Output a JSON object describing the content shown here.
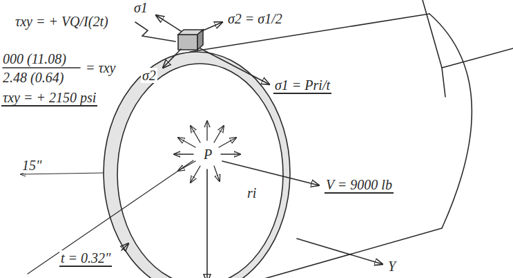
{
  "diagram": {
    "labels": [
      "σ1",
      "τxy = + VQ/I(2t)",
      "σ2 = σ1/2",
      "000 (11.08)",
      "2.48 (0.64)",
      "= τxy",
      "σ2",
      "σ1 = Pri/t",
      "τxy = + 2150 psi",
      "P",
      "15\"",
      "ri",
      "V = 9000 lb",
      "t = 0.32\"",
      "Y"
    ]
  }
}
